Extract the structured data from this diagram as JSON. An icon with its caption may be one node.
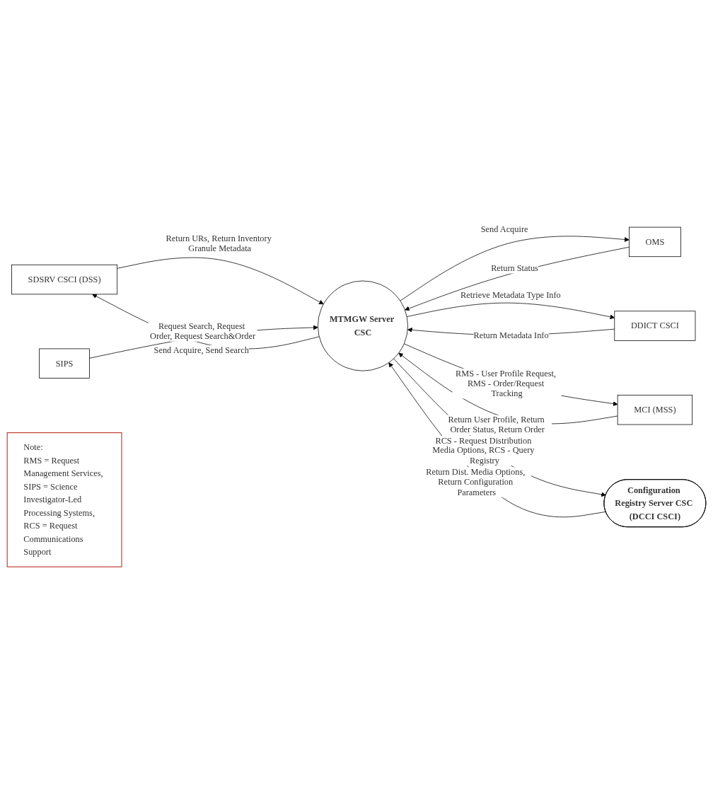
{
  "diagram": {
    "nodes": [
      {
        "text": [
          "SDSRV CSCI (DSS)"
        ]
      },
      {
        "text": [
          "OMS"
        ]
      },
      {
        "text": [
          "DDICT CSCI"
        ]
      },
      {
        "text": [
          "MTMGW Server CSC"
        ]
      },
      {
        "text": [
          "MCI (MSS)"
        ]
      },
      {
        "text": [
          "SIPS"
        ]
      },
      {
        "text": [
          "Note:",
          "RMS = Request Management Services,",
          "SIPS = Science Investigator-Led Processing Systems,",
          "RCS = Request Communications Support"
        ]
      },
      {
        "text": [
          "Configuration Registry Server CSC (DCCI CSCI)"
        ]
      }
    ],
    "edges": [
      {
        "from": 3,
        "to": 0,
        "arrow": "to",
        "label": "Send Acquire, Send Search"
      },
      {
        "from": 0,
        "to": 3,
        "arrow": "to",
        "label": "Return URs, Return Inventory Granule Metadata"
      },
      {
        "from": 1,
        "to": 3,
        "arrow": "to",
        "label": "Return Status"
      },
      {
        "from": 3,
        "to": 1,
        "arrow": "to",
        "label": "Send Acquire"
      },
      {
        "from": 3,
        "to": 2,
        "arrow": "to",
        "label": "Retrieve Metadata Type Info"
      },
      {
        "from": 2,
        "to": 3,
        "arrow": "to",
        "label": "Return Metadata Info"
      },
      {
        "from": 3,
        "to": 4,
        "arrow": "to",
        "label": "RMS - User Profile Request, RMS - Order/Request Tracking"
      },
      {
        "from": 4,
        "to": 3,
        "arrow": "to",
        "label": "Return User Profile, Return Order Status, Return Order"
      },
      {
        "from": 7,
        "to": 3,
        "arrow": "to",
        "label": "Return Dist. Media Options, Return Configuration Parameters"
      },
      {
        "from": 3,
        "to": 7,
        "arrow": "to",
        "label": "RCS - Request Distribution Media Options, RCS - Query Registry"
      },
      {
        "from": 5,
        "to": 3,
        "arrow": "to",
        "label": "Request Search, Request Order, Request Search&Order"
      }
    ]
  }
}
